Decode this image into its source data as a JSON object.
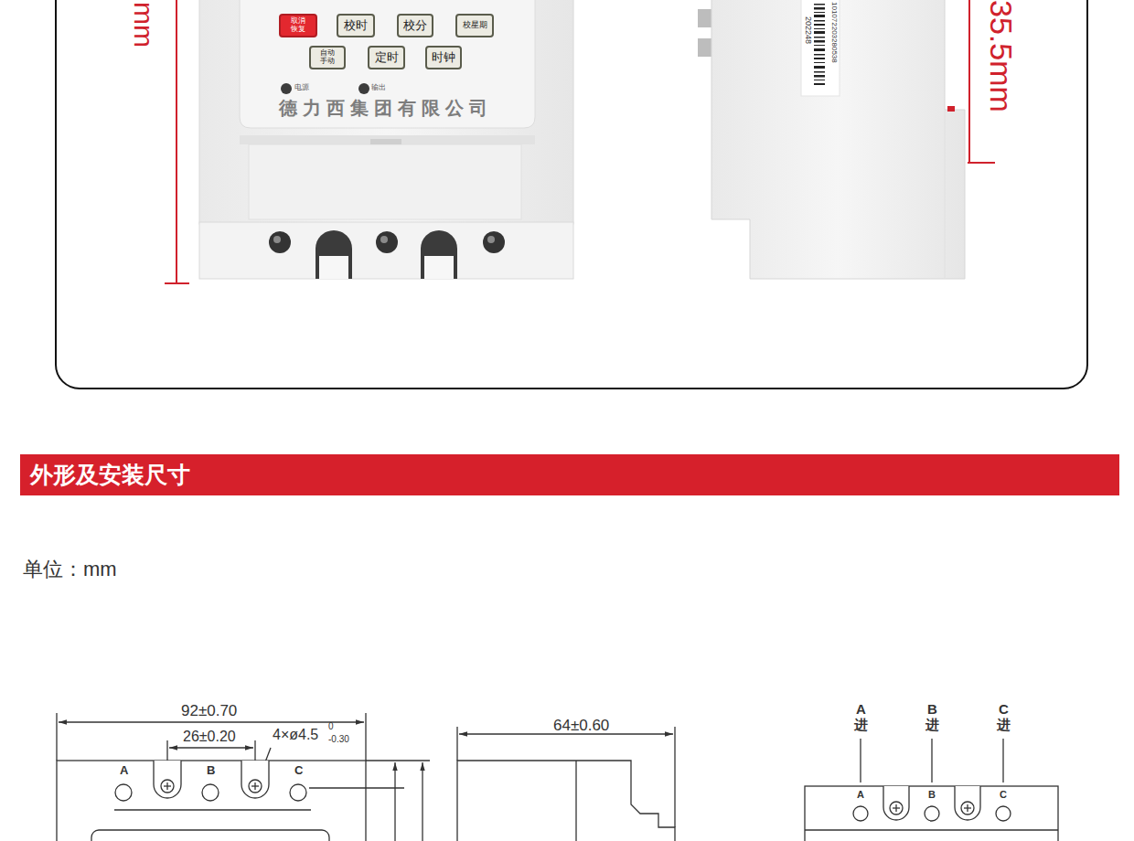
{
  "diagram": {
    "nodes": [
      {
        "text": [
          "取消 恢复"
        ]
      },
      {
        "text": [
          "校时"
        ]
      },
      {
        "text": [
          "校分"
        ]
      },
      {
        "text": [
          "校星期"
        ]
      },
      {
        "text": [
          "自动 手动"
        ]
      },
      {
        "text": [
          "定时"
        ]
      },
      {
        "text": [
          "时钟"
        ]
      },
      {
        "text": [
          "外形及安装尺寸"
        ]
      }
    ],
    "labels": [
      "mm",
      "电源",
      "输出",
      "德力西集团有限公司",
      "202248",
      "101072203280538",
      "35.5mm",
      "单位：mm",
      "92±0.70",
      "26±0.20",
      "4×ø4.5",
      "0",
      "-0.30",
      "A",
      "B",
      "C",
      "64±0.60",
      "A 进",
      "B 进",
      "C 进",
      "A",
      "B",
      "C"
    ]
  }
}
